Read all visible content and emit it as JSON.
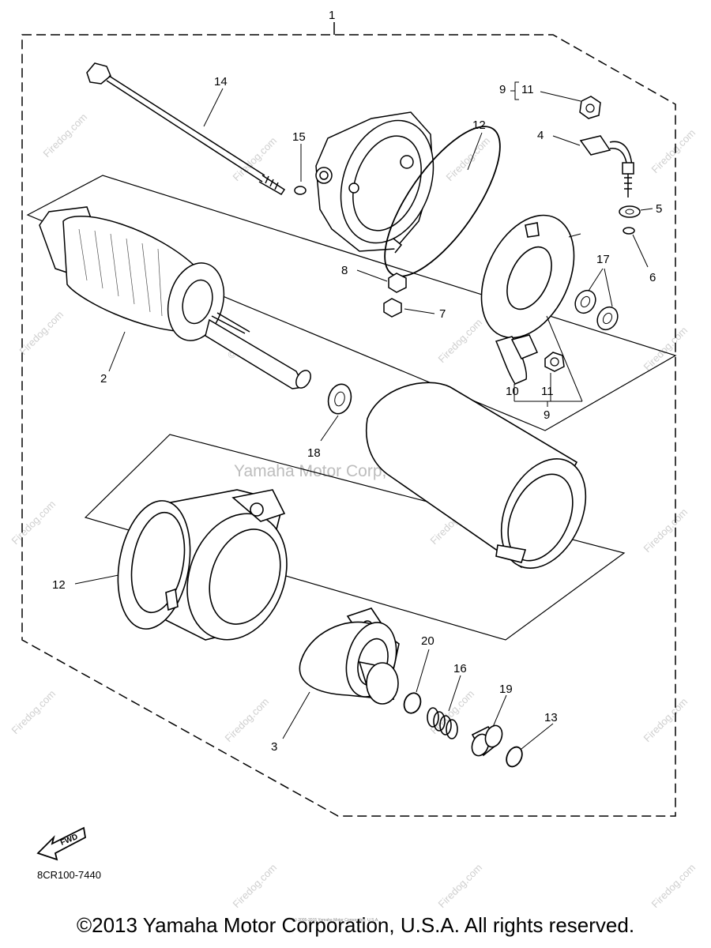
{
  "assembly": {
    "number": "1"
  },
  "callouts": {
    "c2": "2",
    "c3": "3",
    "c4": "4",
    "c5": "5",
    "c6": "6",
    "c7": "7",
    "c8": "8",
    "c9a": "9",
    "c9b": "9",
    "c10": "10",
    "c11a": "11",
    "c11b": "11",
    "c12a": "12",
    "c12b": "12",
    "c13": "13",
    "c14": "14",
    "c15": "15",
    "c16": "16",
    "c17": "17",
    "c18": "18",
    "c19": "19",
    "c20": "20"
  },
  "fwd_label": "FWD",
  "diagram_code": "8CR100-7440",
  "watermarks": {
    "center": "Yamaha Motor Corp, U.S.A.",
    "center_tm": "TM",
    "firedog": "Firedog.com",
    "firedog_copy": "©",
    "fine_print": "(c) 2005-2015 Yamaha Motor Corporation, U.S.A."
  },
  "footer": {
    "copyright": "©2013 Yamaha Motor Corporation, U.S.A. All rights reserved."
  }
}
